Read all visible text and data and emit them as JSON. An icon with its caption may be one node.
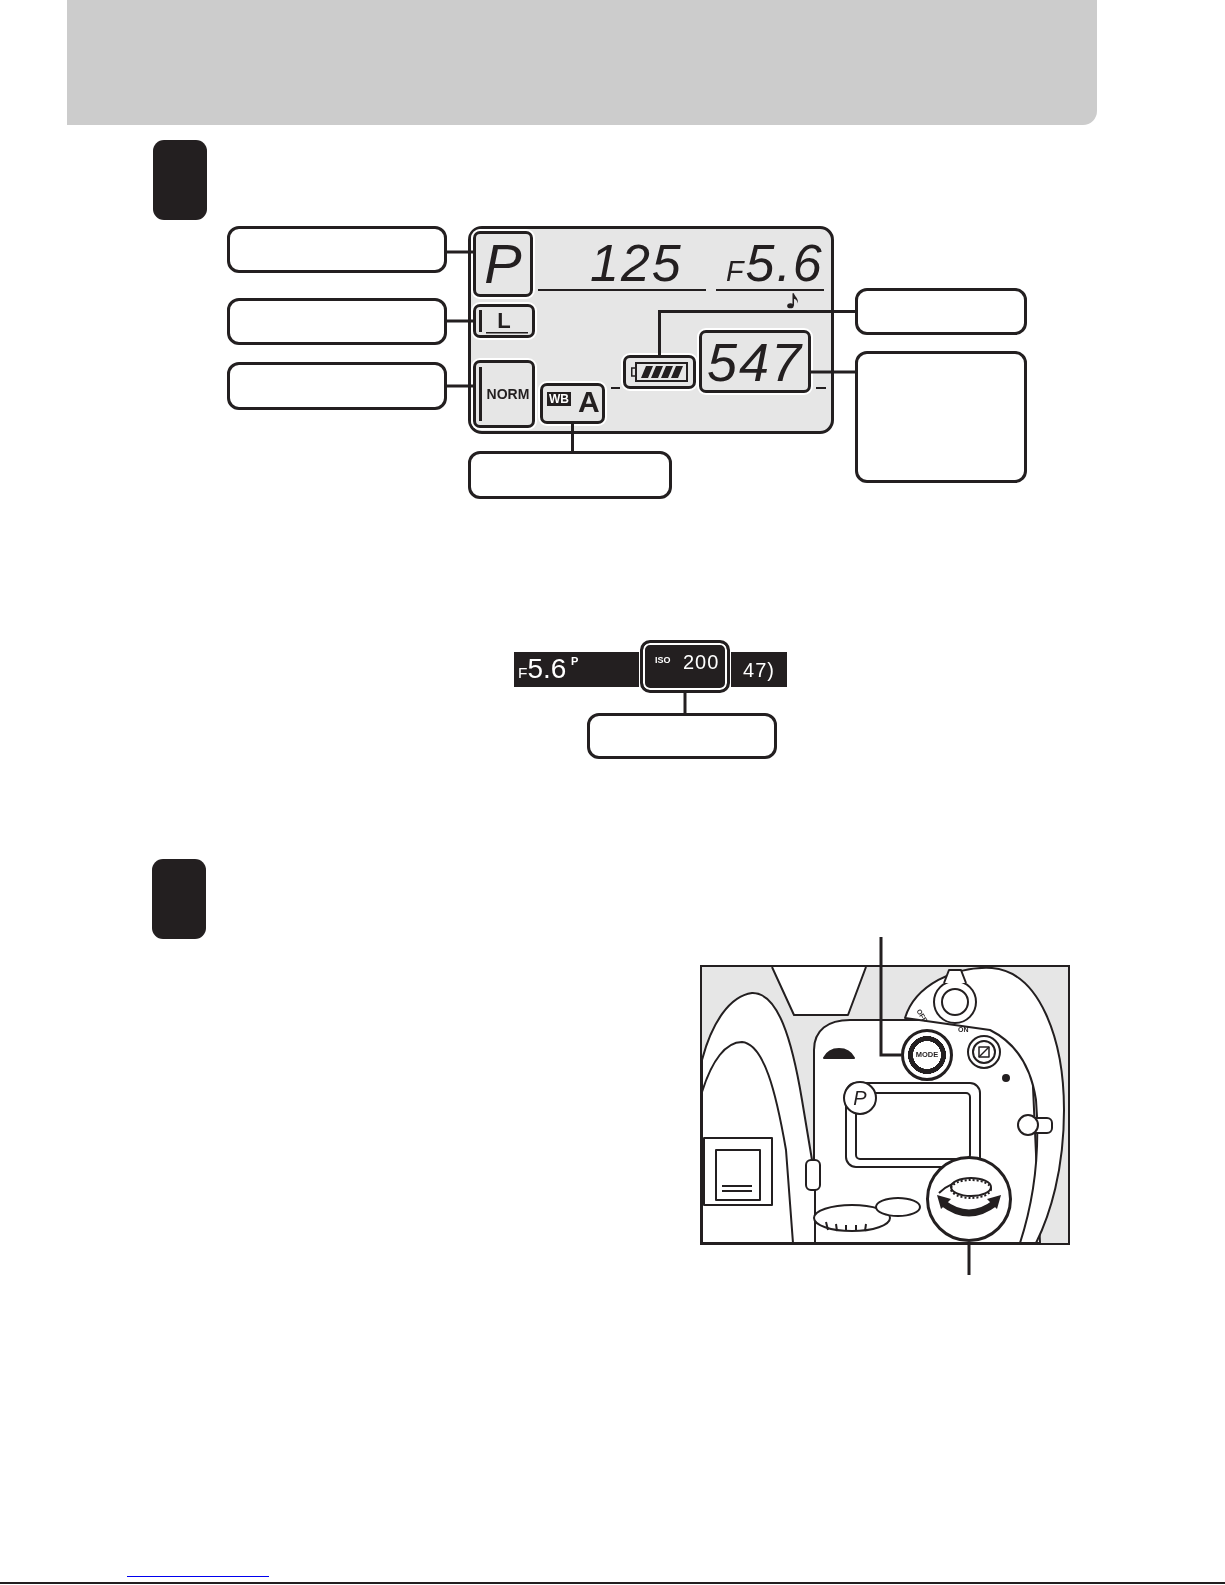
{
  "diagram": {
    "nodes": [
      {
        "text": [],
        "shape": "box"
      },
      {
        "text": [],
        "shape": "box"
      },
      {
        "text": [
          "125",
          "F5.6"
        ]
      },
      {
        "text": [
          "P"
        ],
        "in": 2
      },
      {
        "text": [],
        "shape": "box"
      },
      {
        "text": [],
        "shape": "box"
      },
      {
        "text": [
          "L"
        ],
        "in": 2
      },
      {
        "text": [],
        "shape": "picture",
        "in": 2
      },
      {
        "text": [
          "547"
        ],
        "in": 2
      },
      {
        "text": [],
        "shape": "box"
      },
      {
        "text": [],
        "shape": "box"
      },
      {
        "text": [
          "NORM"
        ],
        "in": 2
      },
      {
        "text": [
          "WB",
          "A"
        ],
        "in": 2
      },
      {
        "text": [],
        "shape": "box"
      },
      {
        "text": [
          "F5.6",
          "P"
        ]
      },
      {
        "text": [
          "ISO",
          "200"
        ]
      },
      {
        "text": [
          "47)"
        ]
      },
      {
        "text": [],
        "shape": "box"
      },
      {
        "text": [],
        "shape": "box"
      },
      {
        "text": [],
        "shape": "picture"
      },
      {
        "text": [
          "MODE"
        ],
        "in": 19
      },
      {
        "text": [
          "P"
        ],
        "in": 19
      },
      {
        "text": [],
        "shape": "circle",
        "in": 19
      }
    ],
    "edges": [
      {
        "from": 1,
        "to": 3,
        "arrow": "none"
      },
      {
        "from": 5,
        "to": 6,
        "arrow": "none"
      },
      {
        "from": 10,
        "to": 11,
        "arrow": "none"
      },
      {
        "from": 13,
        "to": 12,
        "arrow": "none"
      },
      {
        "from": 4,
        "to": 7,
        "arrow": "none"
      },
      {
        "from": 9,
        "to": 8,
        "arrow": "none"
      },
      {
        "from": 17,
        "to": 15,
        "arrow": "none"
      },
      {
        "from": null,
        "to": 20,
        "arrow": "none"
      },
      {
        "from": null,
        "to": 22,
        "arrow": "none"
      }
    ],
    "labels": [
      "OFF",
      "ON"
    ]
  }
}
